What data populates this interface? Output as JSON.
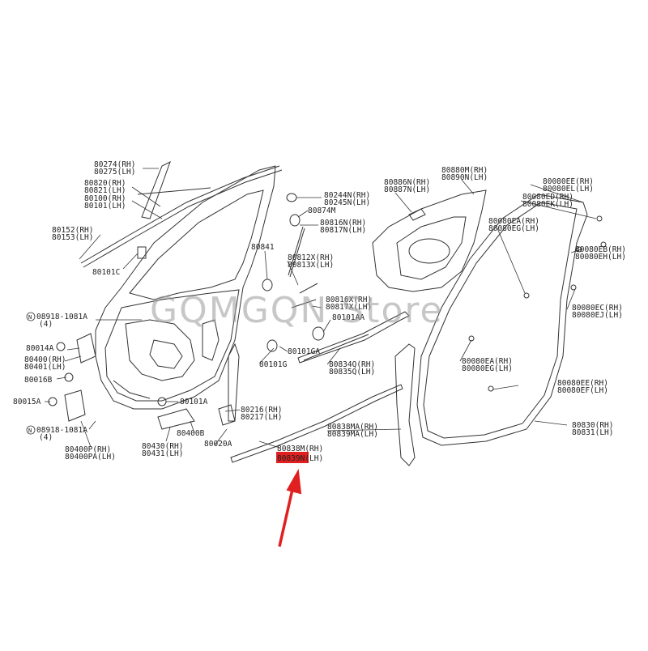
{
  "watermark": "GQMGQN Store",
  "accent_color": "#e02020",
  "labels": {
    "l80274": "80274(RH)",
    "l80275": "80275(LH)",
    "l80820": "80820(RH)",
    "l80821": "80821(LH)",
    "l80100": "80100(RH)",
    "l80101": "80101(LH)",
    "l80152": "80152(RH)",
    "l80153": "80153(LH)",
    "l80101c": "80101C",
    "l08918a": "08918-1081A",
    "l08918a_q": "(4)",
    "l80014a": "80014A",
    "l80400": "80400(RH)",
    "l80401": "80401(LH)",
    "l80016b": "80016B",
    "l80015a": "80015A",
    "l08918b": "08918-1081A",
    "l08918b_q": "(4)",
    "l80400p": "80400P(RH)",
    "l80400pa": "80400PA(LH)",
    "l80244n": "80244N(RH)",
    "l80245n": "80245N(LH)",
    "l80874m": "80874M",
    "l80816n": "80816N(RH)",
    "l80817n": "80817N(LH)",
    "l80841": "80841",
    "l80812x": "80812X(RH)",
    "l80813x": "80813X(LH)",
    "l80816x": "80816X(RH)",
    "l80817x": "80817X(LH)",
    "l80101aa": "80101AA",
    "l80101ga": "80101GA",
    "l80101g": "80101G",
    "l80834q": "80834Q(RH)",
    "l80835q": "80835Q(LH)",
    "l80101a": "80101A",
    "l80216": "80216(RH)",
    "l80217": "80217(LH)",
    "l80400b": "80400B",
    "l80430": "80430(RH)",
    "l80431": "80431(LH)",
    "l80020a": "80020A",
    "l80838m": "80838M(RH)",
    "l80839n": "80839N(LH)",
    "l80886n": "80886N(RH)",
    "l80887n": "80887N(LH)",
    "l80880m": "80880M(RH)",
    "l80890n": "80890N(LH)",
    "l80080ee": "80080EE(RH)",
    "l80080el": "80080EL(LH)",
    "l80080ed": "80080ED(RH)",
    "l80080ek": "80080EK(LH)",
    "l80080ea1": "80080EA(RH)",
    "l80080eg1": "80080EG(LH)",
    "l80080eb": "80080EB(RH)",
    "l80080eh": "80080EH(LH)",
    "l80080ec": "80080EC(RH)",
    "l80080ej": "80080EJ(LH)",
    "l80080ea2": "80080EA(RH)",
    "l80080eg2": "80080EG(LH)",
    "l80080ed2": "80080EE(RH)",
    "l80080ef": "80080EF(LH)",
    "l80838ma": "80838MA(RH)",
    "l80839ma": "80839MA(LH)",
    "l80830": "80830(RH)",
    "l80831": "80831(LH)"
  },
  "icons": {
    "arrow": "red-pointer-arrow",
    "circled_n": "circled-n-icon"
  }
}
